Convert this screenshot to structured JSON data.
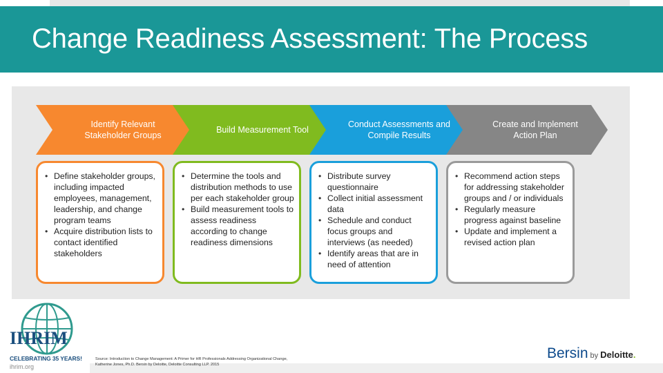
{
  "title": "Change Readiness Assessment: The Process",
  "steps": [
    {
      "heading": "Identify Relevant Stakeholder Groups",
      "color": "#f7882f",
      "bullets": [
        "Define stakeholder groups, including impacted employees, management, leadership, and change program teams",
        "Acquire distribution lists to contact identified stakeholders"
      ]
    },
    {
      "heading": "Build Measurement Tool",
      "color": "#80bb1f",
      "bullets": [
        "Determine the tools and distribution methods to use per each stakeholder group",
        "Build measurement tools to assess readiness according to change readiness dimensions"
      ]
    },
    {
      "heading": "Conduct Assessments and Compile Results",
      "color": "#1a9fdb",
      "bullets": [
        "Distribute survey questionnaire",
        "Collect initial assessment data",
        "Schedule and conduct focus groups and interviews (as needed)",
        "Identify areas that are in need of attention"
      ]
    },
    {
      "heading": "Create and Implement Action Plan",
      "color": "#868686",
      "bullets": [
        "Recommend action steps for addressing stakeholder groups and / or individuals",
        "Regularly measure progress against baseline",
        "Update and implement a revised action plan"
      ]
    }
  ],
  "footer": {
    "logo_text": "IHRIM",
    "celebrating": "CELEBRATING 35 YEARS!",
    "site": "ihrim.org",
    "source_line1": "Source: Introduction to Change Management: A Primer for HR Professionals Addressing Organizational Change,",
    "source_line2": "Katherine Jones, Ph.D. Bersin by Deloitte, Deloitte Consulting LLP. 2015",
    "brand_main": "Bersin",
    "brand_by": "by",
    "brand_deloitte": "Deloitte",
    "brand_dot": "."
  },
  "colors": {
    "title_band": "#1a9797",
    "panel": "#e8e8e8"
  }
}
